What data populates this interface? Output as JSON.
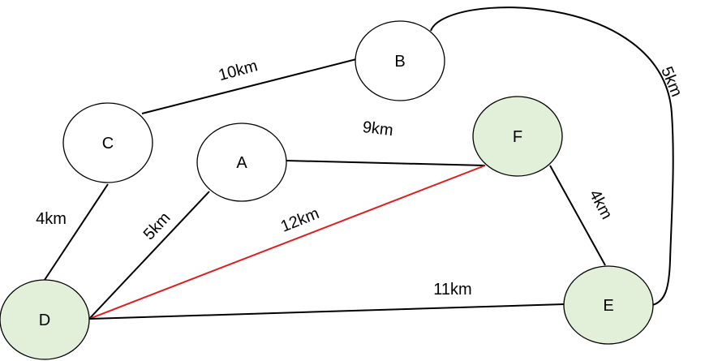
{
  "colors": {
    "edge_default": "#000000",
    "edge_highlight": "#e31b1b",
    "node_default_fill": "#ffffff",
    "node_highlight_fill": "#e2efd9",
    "node_stroke": "#000000"
  },
  "nodes": [
    {
      "id": "A",
      "label": "A",
      "highlighted": false
    },
    {
      "id": "B",
      "label": "B",
      "highlighted": false
    },
    {
      "id": "C",
      "label": "C",
      "highlighted": false
    },
    {
      "id": "D",
      "label": "D",
      "highlighted": true
    },
    {
      "id": "E",
      "label": "E",
      "highlighted": true
    },
    {
      "id": "F",
      "label": "F",
      "highlighted": true
    }
  ],
  "edges": [
    {
      "id": "C-B",
      "from": "C",
      "to": "B",
      "weight": "10km",
      "highlighted": false
    },
    {
      "id": "B-E",
      "from": "B",
      "to": "E",
      "weight": "5km",
      "highlighted": false
    },
    {
      "id": "C-D",
      "from": "C",
      "to": "D",
      "weight": "4km",
      "highlighted": false
    },
    {
      "id": "A-D",
      "from": "A",
      "to": "D",
      "weight": "5km",
      "highlighted": false
    },
    {
      "id": "A-F",
      "from": "A",
      "to": "F",
      "weight": "9km",
      "highlighted": false
    },
    {
      "id": "D-F",
      "from": "D",
      "to": "F",
      "weight": "12km",
      "highlighted": true
    },
    {
      "id": "F-E",
      "from": "F",
      "to": "E",
      "weight": "4km",
      "highlighted": false
    },
    {
      "id": "D-E",
      "from": "D",
      "to": "E",
      "weight": "11km",
      "highlighted": false
    }
  ]
}
